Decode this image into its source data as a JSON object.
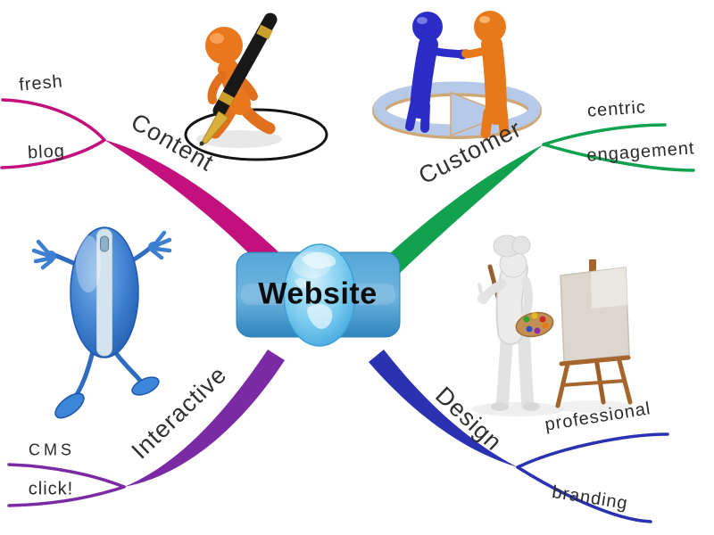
{
  "page": {
    "background": "#ffffff"
  },
  "center": {
    "label": "Website",
    "fill_top": "#55a6d7",
    "fill_bottom": "#2d84bf",
    "globe_color": "#56b5e8",
    "text_color": "#0d0d0d"
  },
  "branches": [
    {
      "label": "Content",
      "color": "#c2107c",
      "children": [
        {
          "label": "fresh"
        },
        {
          "label": "blog"
        }
      ]
    },
    {
      "label": "Customer",
      "color": "#12a14e",
      "children": [
        {
          "label": "centric"
        },
        {
          "label": "engagement"
        }
      ]
    },
    {
      "label": "Interactive",
      "color": "#7a2ba3",
      "children": [
        {
          "label": "CMS"
        },
        {
          "label": "click!"
        }
      ]
    },
    {
      "label": "Design",
      "color": "#2b32b2",
      "children": [
        {
          "label": "professional"
        },
        {
          "label": "branding"
        }
      ]
    }
  ],
  "illustrations": [
    {
      "name": "orange-figure-writing-with-giant-pen"
    },
    {
      "name": "blue-and-orange-figures-handshake-on-arrow"
    },
    {
      "name": "computer-mouse-cartoon-character"
    },
    {
      "name": "white-figure-painting-at-easel"
    }
  ]
}
